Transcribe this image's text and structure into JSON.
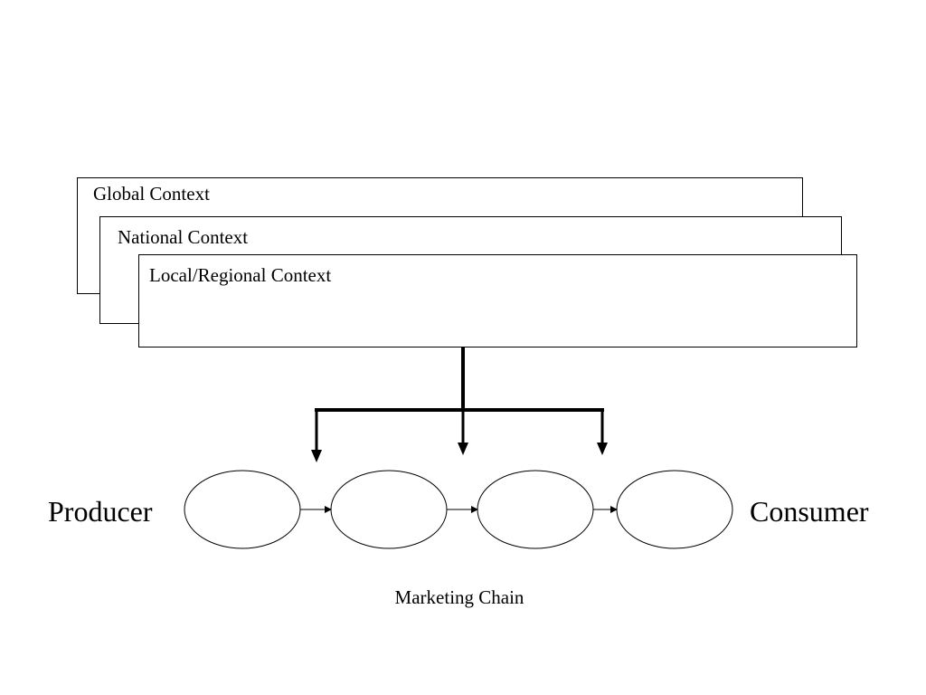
{
  "contexts": {
    "global": "Global Context",
    "national": "National Context",
    "local": "Local/Regional Context"
  },
  "chain": {
    "start_label": "Producer",
    "end_label": "Consumer",
    "caption": "Marketing Chain",
    "nodes": [
      "",
      "",
      "",
      ""
    ]
  }
}
